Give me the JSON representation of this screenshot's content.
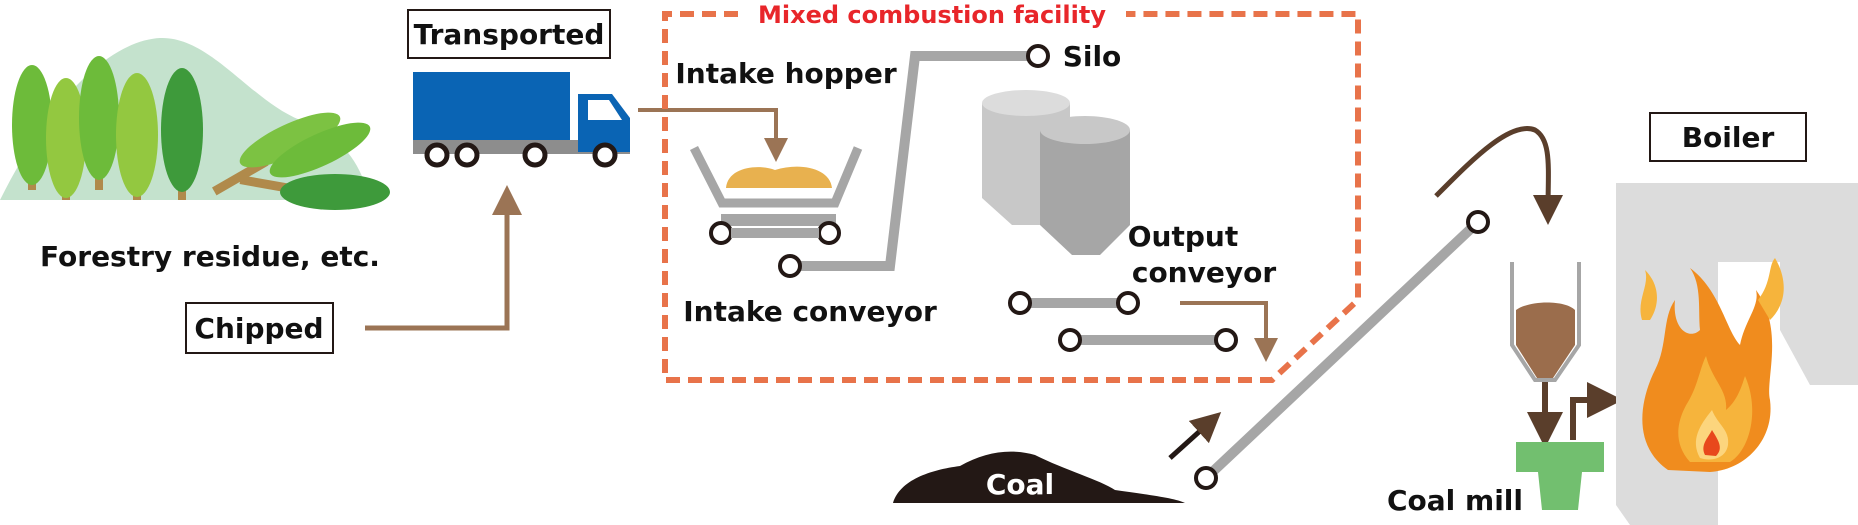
{
  "labels": {
    "forestry": "Forestry residue, etc.",
    "chipped": "Chipped",
    "transported": "Transported",
    "facility": "Mixed combustion facility",
    "intake_hopper": "Intake hopper",
    "silo": "Silo",
    "intake_conveyor": "Intake conveyor",
    "output_conveyor_1": "Output",
    "output_conveyor_2": "conveyor",
    "coal": "Coal",
    "coal_mill": "Coal mill",
    "boiler": "Boiler"
  },
  "colors": {
    "facility_border": "#e8734a",
    "facility_title": "#e8262a",
    "flow_arrow": "#9b7455",
    "dark_arrow": "#5a3e2b",
    "conveyor": "#a6a6a6",
    "truck_blue": "#0a64b4",
    "chips": "#e8b14f",
    "coal": "#231815",
    "coal_mill": "#72bf6f",
    "boiler": "#dcdcdc",
    "flame": "#f08c1e"
  }
}
